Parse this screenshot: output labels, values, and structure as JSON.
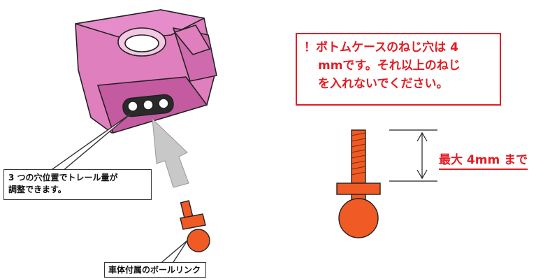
{
  "warning": {
    "lines": [
      "！ボトムケースのねじ穴は 4",
      "mmです。それ以上のねじ",
      "を入れないでください。"
    ]
  },
  "callouts": {
    "hole_position": [
      "3 つの穴位置でトレール量が",
      "調整できます。"
    ],
    "ball_link": "車体付属のボールリンク"
  },
  "dimension_label": "最大 4mm まで",
  "colors": {
    "housing": "#e07fbd",
    "hardware": "#f05a24",
    "warning": "#e31c23"
  }
}
